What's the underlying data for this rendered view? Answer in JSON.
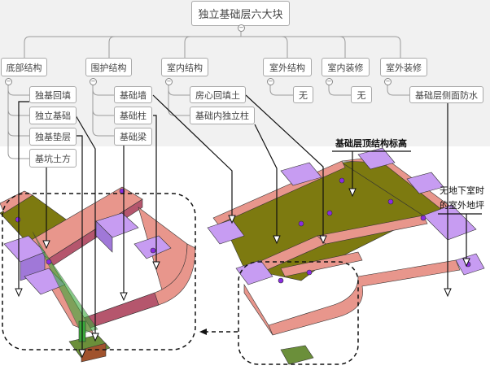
{
  "root": {
    "label": "独立基础层六大块"
  },
  "categories": [
    {
      "label": "底部结构",
      "children": [
        "独基回填",
        "独立基础",
        "独基垫层",
        "基坑土方"
      ]
    },
    {
      "label": "围护结构",
      "children": [
        "基础墙",
        "基础柱",
        "基础梁"
      ]
    },
    {
      "label": "室内结构",
      "children": [
        "房心回填土",
        "基础内独立柱"
      ]
    },
    {
      "label": "室外结构",
      "children": [
        "无"
      ]
    },
    {
      "label": "室内装修",
      "children": [
        "无"
      ]
    },
    {
      "label": "室外装修",
      "children": [
        "基础层侧面防水"
      ]
    }
  ],
  "annotations": {
    "top_elevation": "基础层顶结构标高",
    "outdoor_grade_line1": "无地下室时",
    "outdoor_grade_line2": "的室外地坪"
  },
  "colors": {
    "slab": "#7d7a10",
    "wall": "#e8968c",
    "footing": "#c79cf2",
    "column": "#8a2be2",
    "cushion": "#3aa83a"
  }
}
